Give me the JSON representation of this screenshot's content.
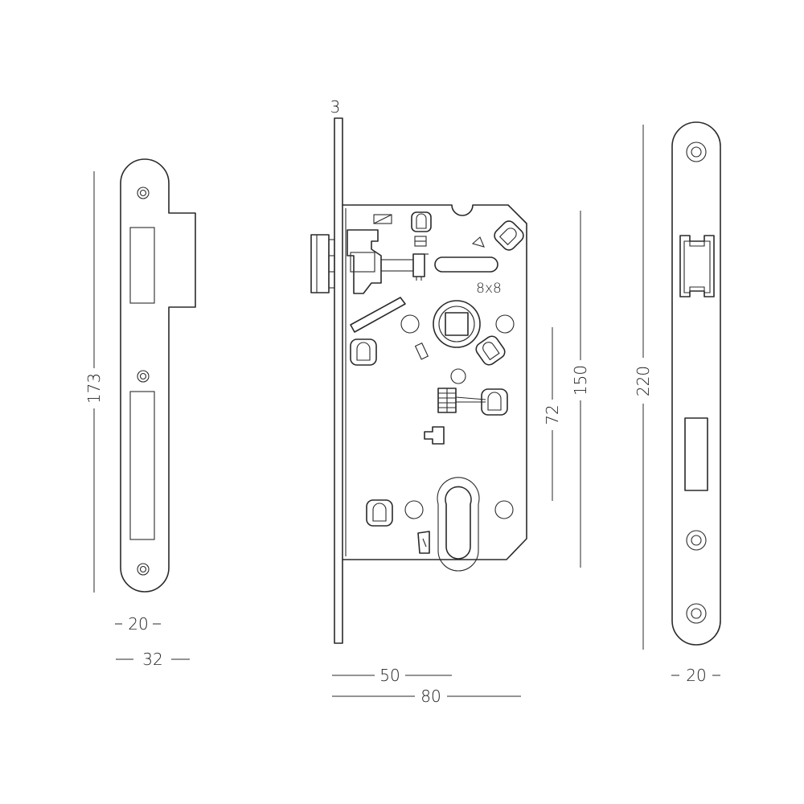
{
  "dimensions": {
    "strike_plate_height": "173",
    "strike_plate_width_inner": "20",
    "strike_plate_width_outer": "32",
    "faceplate_thickness": "3",
    "backset": "50",
    "case_depth": "80",
    "center_distance": "72",
    "case_height": "150",
    "faceplate_height": "220",
    "faceplate_width": "20"
  },
  "labels": {
    "spindle_size": "8x8"
  }
}
